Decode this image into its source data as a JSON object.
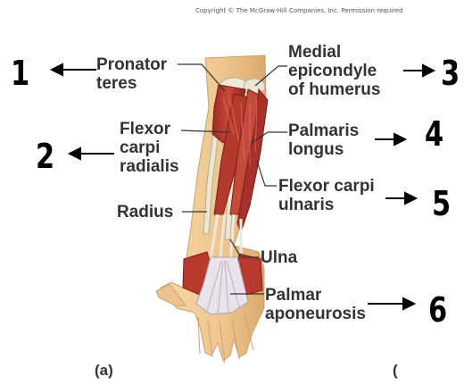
{
  "copyright": "Copyright © The McGraw-Hill Companies, Inc. Permission required",
  "numbers": [
    "1",
    "2",
    "3",
    "4",
    "5",
    "6"
  ],
  "labels": {
    "pronator_teres": [
      "Pronator",
      "teres"
    ],
    "flexor_carpi_radialis": [
      "Flexor",
      "carpi",
      "radialis"
    ],
    "radius": "Radius",
    "medial_epicondyle": [
      "Medial",
      "epicondyle",
      "of humerus"
    ],
    "palmaris_longus": [
      "Palmaris",
      "longus"
    ],
    "flexor_carpi_ulnaris": [
      "Flexor carpi",
      "ulnaris"
    ],
    "ulna": "Ulna",
    "palmar_aponeurosis": [
      "Palmar",
      "aponeurosis"
    ]
  },
  "panel_label": "(a)",
  "panel_label_b": "(",
  "colors": {
    "skin": "#f2cf98",
    "muscle": "#b8362c",
    "tendon": "#e6e0d8",
    "bone": "#ece6d2"
  }
}
